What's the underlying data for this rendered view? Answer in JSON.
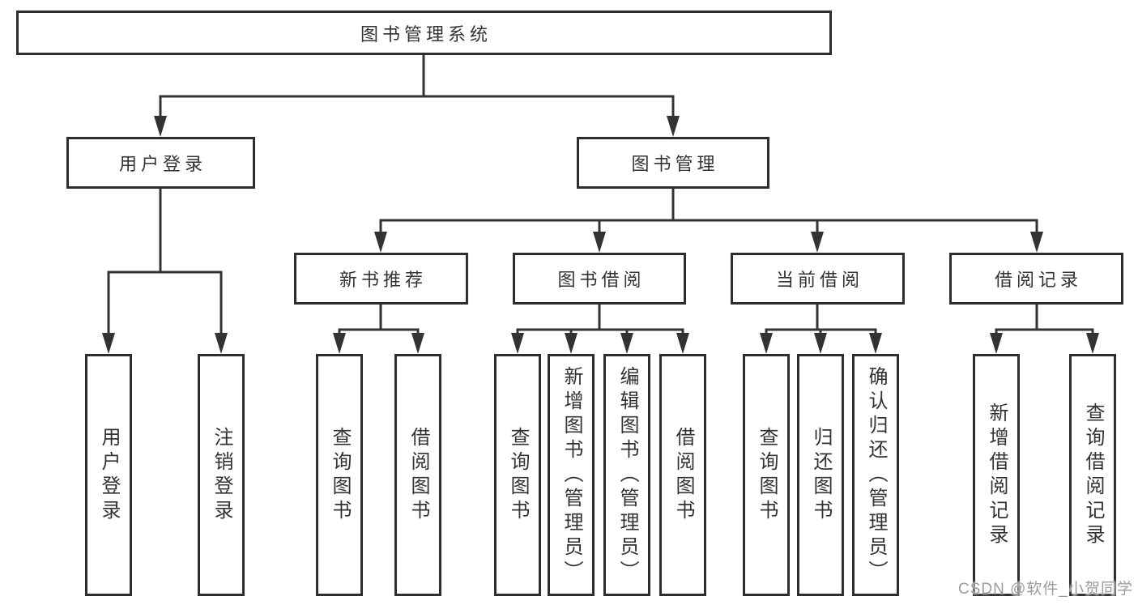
{
  "colors": {
    "line": "#333333",
    "box_border": "#2e2e2e",
    "text": "#333333",
    "background": "#ffffff",
    "watermark_text": "#9c9c9c"
  },
  "watermark": {
    "text": "CSDN @软件_小贺同学"
  },
  "tree": {
    "root": {
      "label": "图书管理系统"
    },
    "branches": [
      {
        "label": "用户登录",
        "leaves": [
          {
            "label": "用户登录"
          },
          {
            "label": "注销登录"
          }
        ]
      },
      {
        "label": "图书管理",
        "groups": [
          {
            "label": "新书推荐",
            "leaves": [
              {
                "label": "查询图书"
              },
              {
                "label": "借阅图书"
              }
            ]
          },
          {
            "label": "图书借阅",
            "leaves": [
              {
                "label": "查询图书"
              },
              {
                "label": "新增图书（管理员）"
              },
              {
                "label": "编辑图书（管理员）"
              },
              {
                "label": "借阅图书"
              }
            ]
          },
          {
            "label": "当前借阅",
            "leaves": [
              {
                "label": "查询图书"
              },
              {
                "label": "归还图书"
              },
              {
                "label": "确认归还（管理员）"
              }
            ]
          },
          {
            "label": "借阅记录",
            "leaves": [
              {
                "label": "新增借阅记录"
              },
              {
                "label": "查询借阅记录"
              }
            ]
          }
        ]
      }
    ]
  }
}
